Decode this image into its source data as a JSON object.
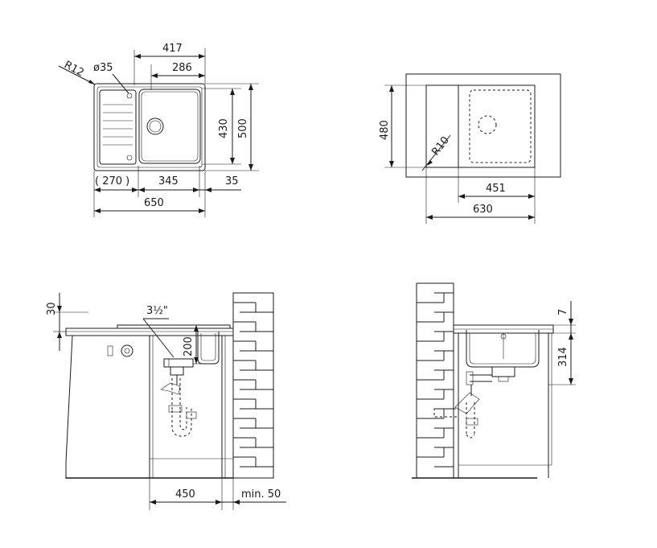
{
  "top_view": {
    "radius_label": "R12",
    "hole_label": "ø35",
    "dim_417": "417",
    "dim_286": "286",
    "dim_430": "430",
    "dim_500": "500",
    "dim_270": "( 270 )",
    "dim_345": "345",
    "dim_35": "35",
    "dim_650": "650"
  },
  "cutout": {
    "dim_480": "480",
    "radius_label": "R10",
    "dim_451": "451",
    "dim_630": "630"
  },
  "front_section": {
    "dim_30": "30",
    "thread_label": "3½\"",
    "dim_200": "200",
    "dim_450": "450",
    "dim_min50": "min. 50"
  },
  "side_section": {
    "dim_7": "7",
    "dim_314": "314"
  }
}
